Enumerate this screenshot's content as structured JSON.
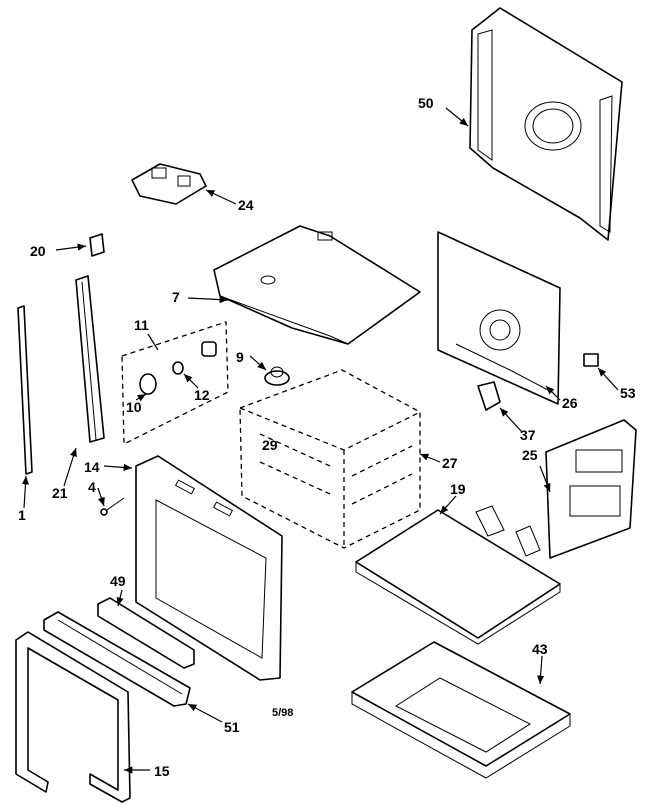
{
  "labels": {
    "p1": "1",
    "p4": "4",
    "p7": "7",
    "p9": "9",
    "p10": "10",
    "p11": "11",
    "p12": "12",
    "p14": "14",
    "p15": "15",
    "p19": "19",
    "p20": "20",
    "p21": "21",
    "p24": "24",
    "p25": "25",
    "p26": "26",
    "p27": "27",
    "p29": "29",
    "p37": "37",
    "p43": "43",
    "p49": "49",
    "p50": "50",
    "p51": "51",
    "p53": "53"
  },
  "date_code": "5/98"
}
